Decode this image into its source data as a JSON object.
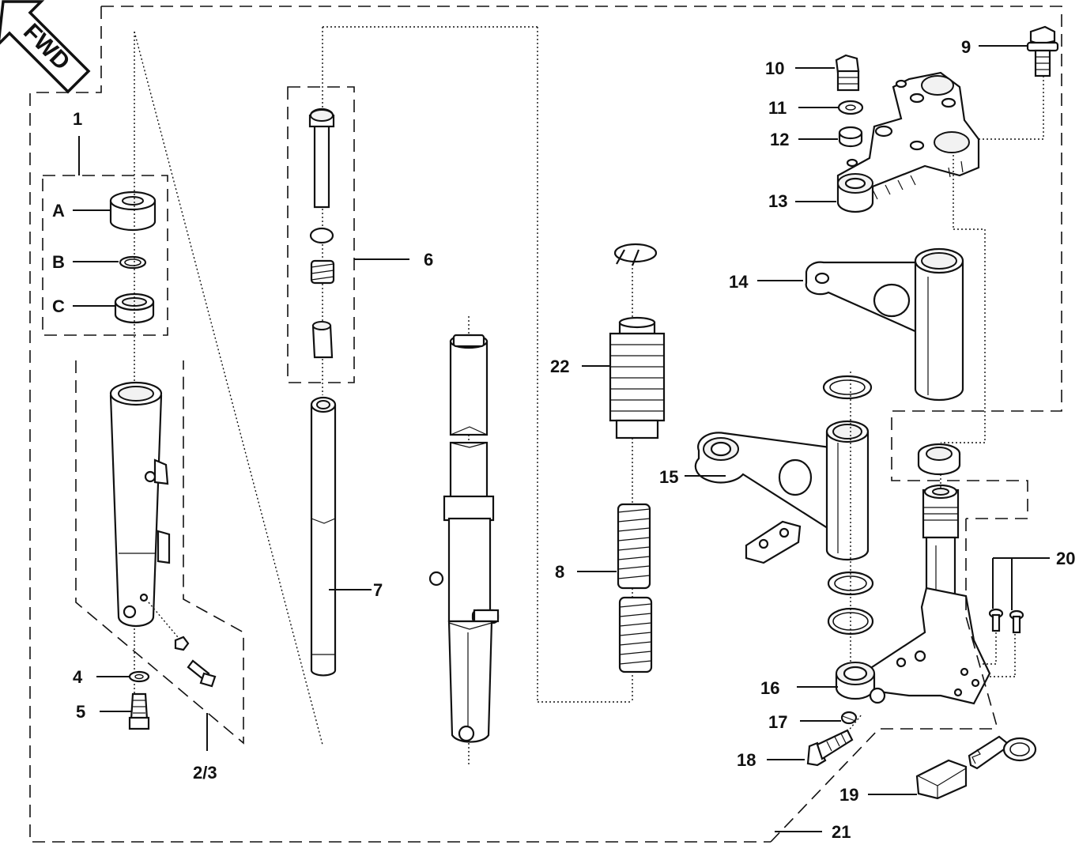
{
  "forward_badge": {
    "text": "FWD",
    "icon": "forward-arrow-icon"
  },
  "callouts": {
    "p1": "1",
    "pA": "A",
    "pB": "B",
    "pC": "C",
    "p4": "4",
    "p5": "5",
    "p23": "2/3",
    "p6": "6",
    "p7": "7",
    "p8": "8",
    "p9": "9",
    "p10": "10",
    "p11": "11",
    "p12": "12",
    "p13": "13",
    "p14": "14",
    "p15": "15",
    "p16": "16",
    "p17": "17",
    "p18": "18",
    "p19": "19",
    "p20": "20",
    "p21": "21",
    "p22": "22"
  }
}
